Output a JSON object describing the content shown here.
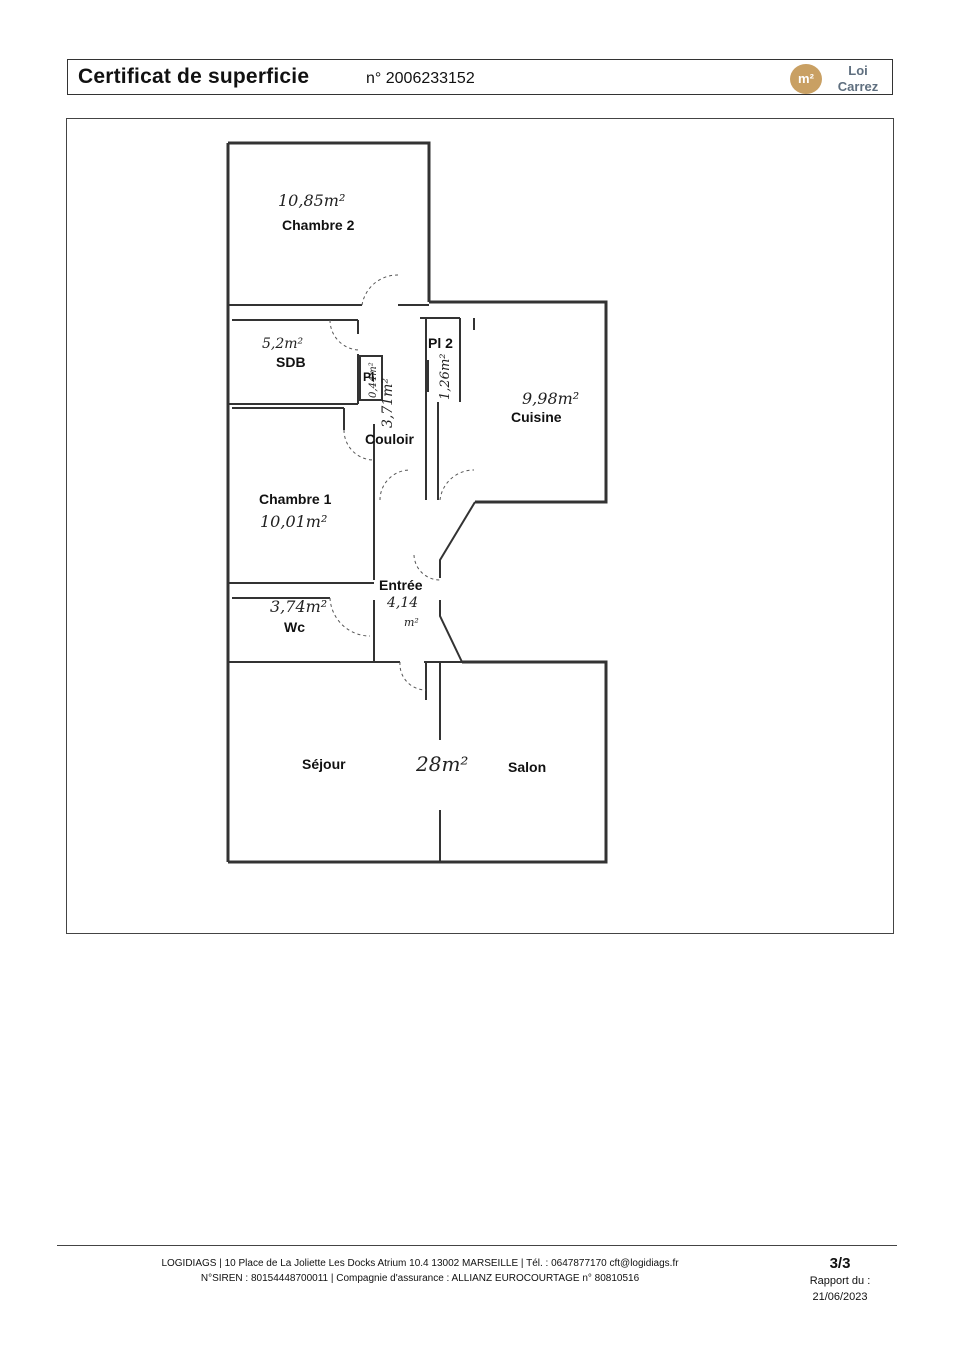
{
  "header": {
    "title": "Certificat de superficie",
    "number": "n° 2006233152",
    "logo_mark": "m²",
    "logo_line1": "Loi",
    "logo_line2": "Carrez"
  },
  "rooms": {
    "chambre2": {
      "label": "Chambre 2",
      "area": "10,85m²"
    },
    "sdb": {
      "label": "SDB",
      "area": "5,2m²"
    },
    "pl": {
      "label": "Pl",
      "area": "0,44m²"
    },
    "pl2": {
      "label": "Pl 2",
      "area": "1,26m²"
    },
    "couloir": {
      "label": "Couloir",
      "area": "3,71m²"
    },
    "cuisine": {
      "label": "Cuisine",
      "area": "9,98m²"
    },
    "chambre1": {
      "label": "Chambre 1",
      "area": "10,01m²"
    },
    "entree": {
      "label": "Entrée",
      "area": "4,14",
      "area_unit": "m²"
    },
    "wc": {
      "label": "Wc",
      "area": "3,74m²"
    },
    "sejour": {
      "label": "Séjour",
      "area": "28m²"
    },
    "salon": {
      "label": "Salon"
    }
  },
  "footer": {
    "line1": "LOGIDIAGS | 10 Place de La Joliette Les Docks Atrium 10.4 13002 MARSEILLE | Tél. : 0647877170  cft@logidiags.fr",
    "line2": "N°SIREN : 80154448700011 | Compagnie d'assurance : ALLIANZ EUROCOURTAGE n° 80810516",
    "page": "3/3",
    "report_label": "Rapport du :",
    "report_date": "21/06/2023"
  }
}
